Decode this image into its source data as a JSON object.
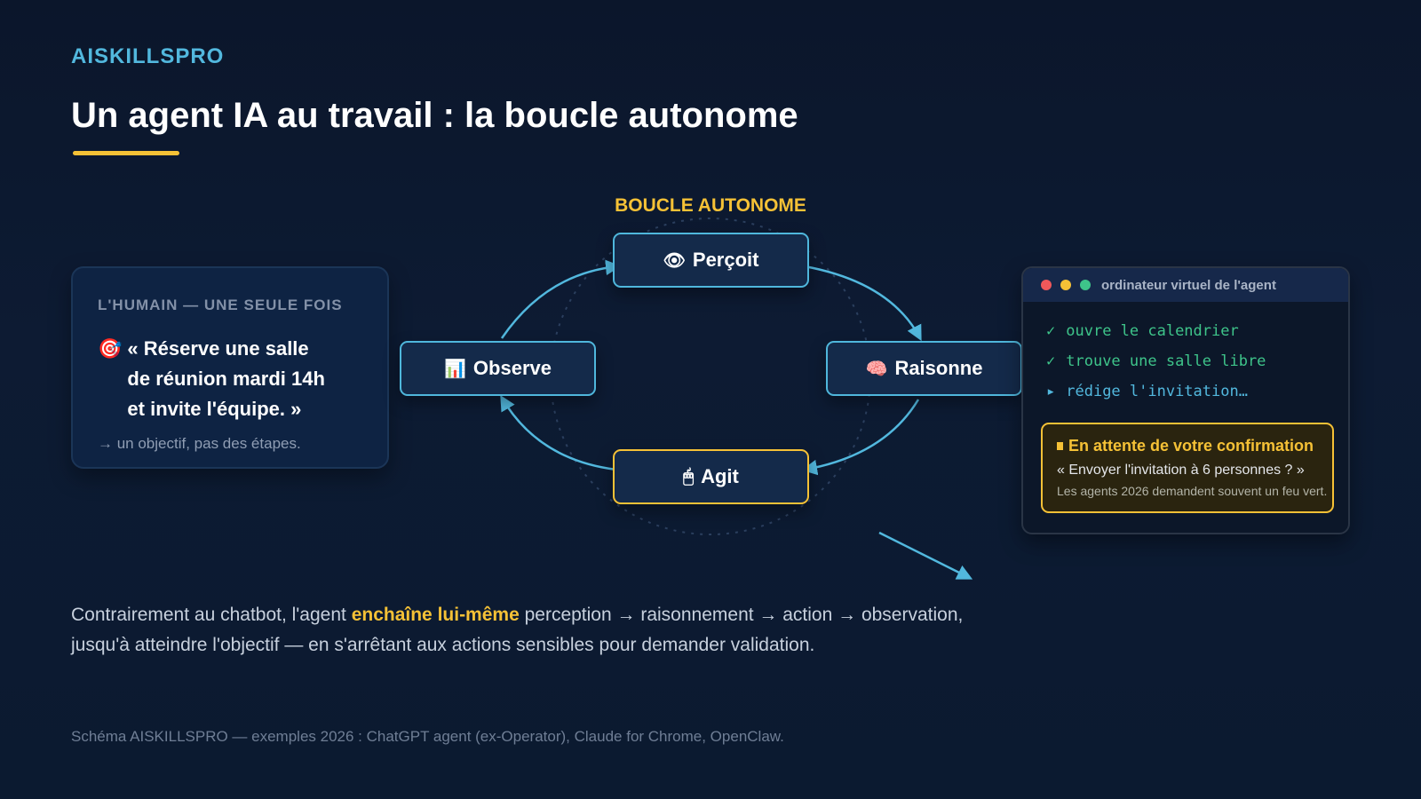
{
  "brand": "AISKILLSPRO",
  "title": "Un agent IA au travail : la boucle autonome",
  "human": {
    "eyebrow": "L'HUMAIN — UNE SEULE FOIS",
    "icon": "🎯",
    "quote_lines": [
      "« Réserve une salle",
      "de réunion mardi 14h",
      "et invite l'équipe. »"
    ],
    "note": "→ un objectif, pas des étapes."
  },
  "loop": {
    "label": "BOUCLE AUTONOME",
    "nodes": {
      "percoit": {
        "icon": "👁",
        "label": "Perçoit"
      },
      "raisonne": {
        "icon": "🧠",
        "label": "Raisonne"
      },
      "agit": {
        "icon": "🖱",
        "label": "Agit"
      },
      "observe": {
        "icon": "📊",
        "label": "Observe"
      }
    }
  },
  "vm": {
    "title": "ordinateur virtuel de l'agent",
    "lines": [
      {
        "marker": "✓",
        "text": "ouvre le calendrier",
        "status": "done"
      },
      {
        "marker": "✓",
        "text": "trouve une salle libre",
        "status": "done"
      },
      {
        "marker": "▸",
        "text": "rédige l'invitation…",
        "status": "current"
      }
    ],
    "confirm": {
      "title": "En attente de votre confirmation",
      "question": "« Envoyer l'invitation à 6 personnes ? »",
      "note": "Les agents 2026 demandent souvent un feu vert."
    }
  },
  "explanation": {
    "before": "Contrairement au chatbot, l'agent ",
    "highlight": "enchaîne lui-même",
    "after": " perception → raisonnement → action → observation,",
    "line2": "jusqu'à atteindre l'objectif — en s'arrêtant aux actions sensibles pour demander validation."
  },
  "footer": "Schéma AISKILLSPRO — exemples 2026 : ChatGPT agent (ex-Operator), Claude for Chrome, OpenClaw.",
  "colors": {
    "accent_yellow": "#f5c136",
    "accent_blue": "#52b8de",
    "done_green": "#3ec48a",
    "dot_red": "#f0585a",
    "dot_yellow": "#f5c136",
    "dot_green": "#3ec48a"
  }
}
